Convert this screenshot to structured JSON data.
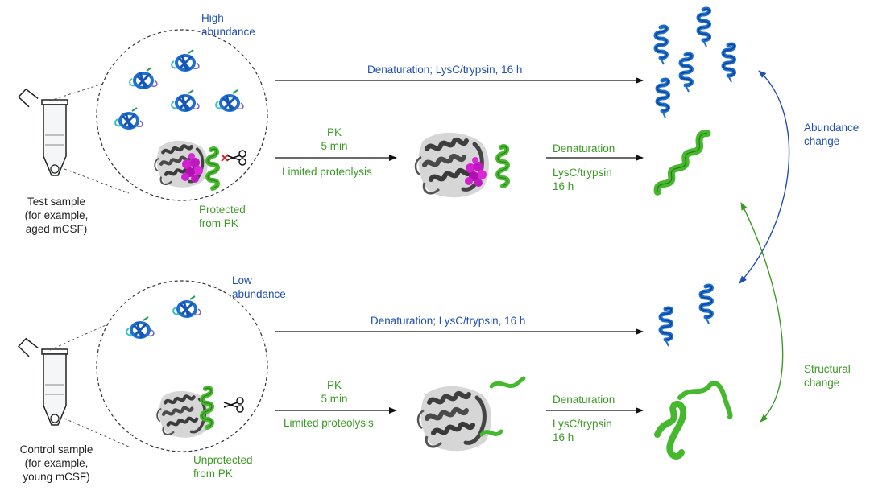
{
  "colors": {
    "blue_text": "#1f4fb0",
    "green_text": "#3a9a24",
    "helix_blue": "#1e6fd0",
    "helix_green": "#46b82e",
    "protein_gray": "#4a4a4a",
    "ligand_magenta": "#d020d0"
  },
  "top": {
    "abundance_label": [
      "High",
      "abundance"
    ],
    "sample_label": [
      "Test sample",
      "(for example,",
      "aged mCSF)"
    ],
    "protection_label": [
      "Protected",
      "from PK"
    ],
    "arrow1_label": "Denaturation; LysC/trypsin, 16 h",
    "pk_label": [
      "PK",
      "5 min"
    ],
    "lp_label": "Limited proteolysis",
    "denat_label": "Denaturation",
    "digest_label": [
      "LysC/trypsin",
      "16 h"
    ]
  },
  "bottom": {
    "abundance_label": [
      "Low",
      "abundance"
    ],
    "sample_label": [
      "Control sample",
      "(for example,",
      "young mCSF)"
    ],
    "protection_label": [
      "Unprotected",
      "from PK"
    ],
    "arrow1_label": "Denaturation; LysC/trypsin, 16 h",
    "pk_label": [
      "PK",
      "5 min"
    ],
    "lp_label": "Limited proteolysis",
    "denat_label": "Denaturation",
    "digest_label": [
      "LysC/trypsin",
      "16 h"
    ]
  },
  "right": {
    "abundance_change": [
      "Abundance",
      "change"
    ],
    "structural_change": [
      "Structural",
      "change"
    ]
  },
  "icons": [
    "tube-icon",
    "protein-icon",
    "helix-icon",
    "scissors-icon",
    "ligand-icon"
  ]
}
